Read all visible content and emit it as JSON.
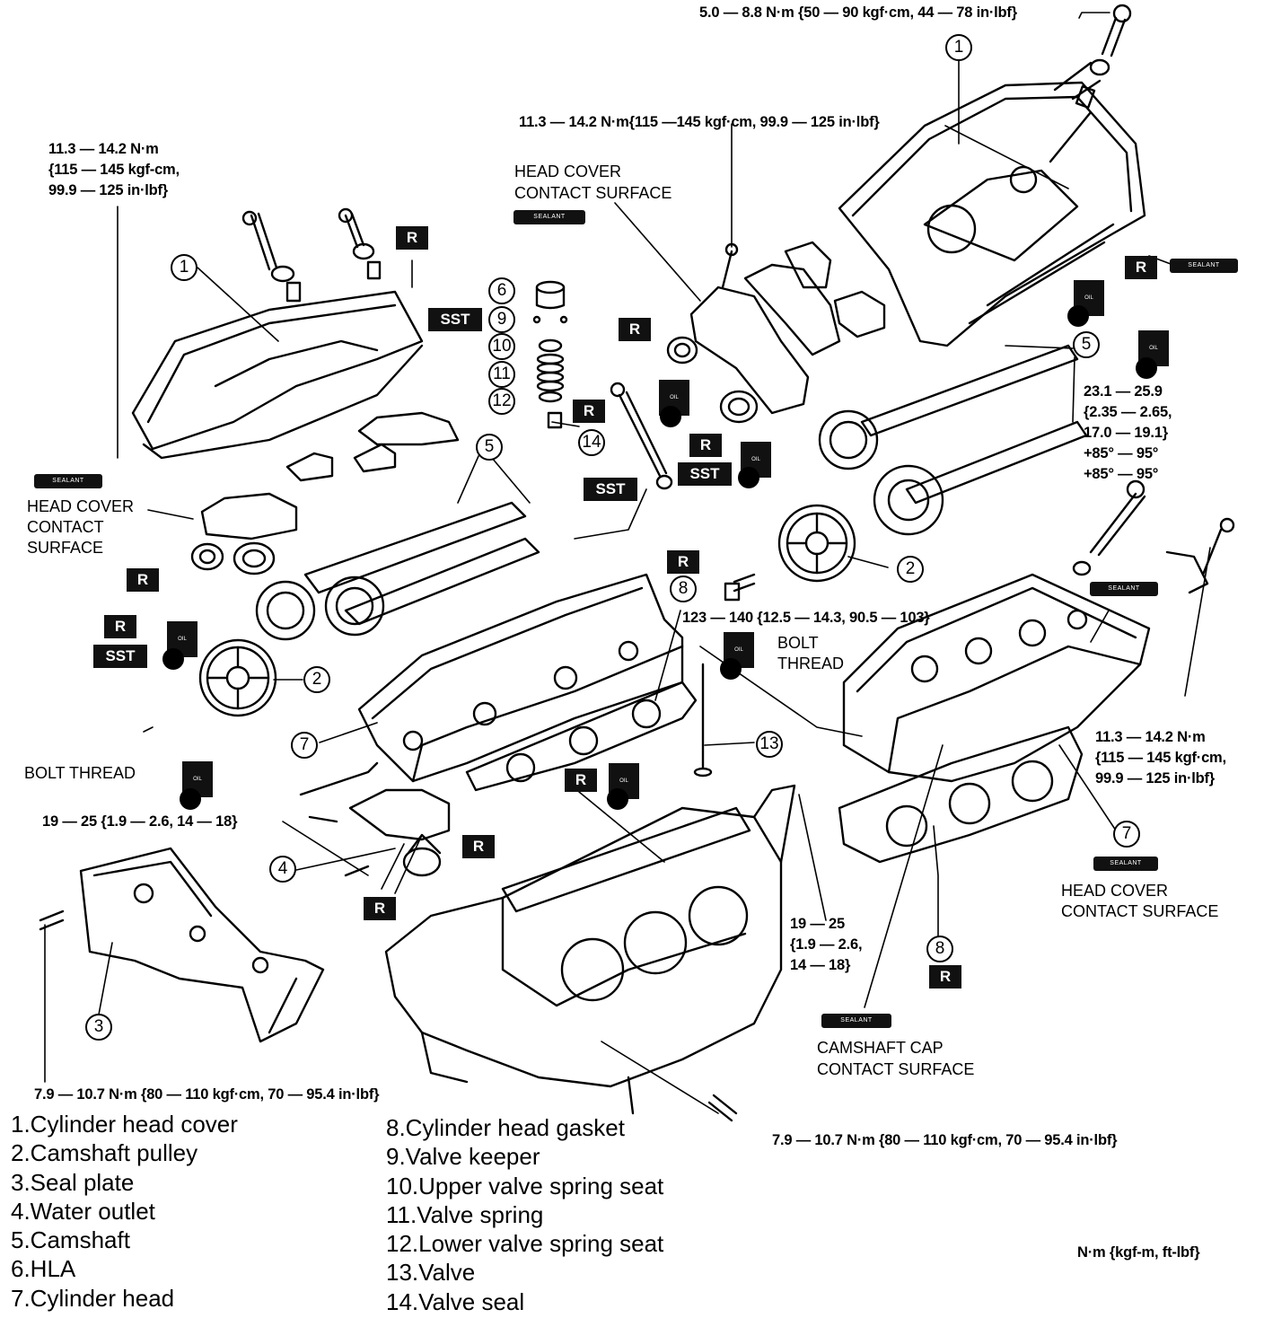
{
  "torques": {
    "t_top": "5.0 — 8.8 N·m {50 — 90 kgf·cm, 44 — 78 in·lbf}",
    "t_cover_r": "11.3 — 14.2 N·m{115 —145 kgf·cm, 99.9 — 125 in·lbf}",
    "t_cover_l_1": "11.3 — 14.2 N·m",
    "t_cover_l_2": "{115 — 145 kgf-cm,",
    "t_cover_l_3": "99.9 — 125 in·lbf}",
    "t_pulley_1": "23.1 — 25.9",
    "t_pulley_2": "{2.35 — 2.65,",
    "t_pulley_3": "17.0 — 19.1}",
    "t_pulley_4": "+85° — 95°",
    "t_pulley_5": "+85° — 95°",
    "t_headbolt": "123 — 140 {12.5 — 14.3, 90.5 — 103}",
    "t_cap_1": "11.3 — 14.2 N·m",
    "t_cap_2": "{115 — 145 kgf·cm,",
    "t_cap_3": "99.9 — 125 in·lbf}",
    "t_water": "19 — 25 {1.9 — 2.6, 14 — 18}",
    "t_right_1": "19 — 25",
    "t_right_2": "{1.9 — 2.6,",
    "t_right_3": "14 — 18}",
    "t_seal_l": "7.9 — 10.7 N·m {80 — 110 kgf·cm, 70 — 95.4 in·lbf}",
    "t_seal_r": "7.9 — 10.7 N·m {80 — 110 kgf·cm, 70 — 95.4 in·lbf}",
    "units": "N·m {kgf-m, ft-lbf}"
  },
  "captions": {
    "hccs_top_1": "HEAD COVER",
    "hccs_top_2": "CONTACT SURFACE",
    "hccs_left_1": "HEAD COVER",
    "hccs_left_2": "CONTACT",
    "hccs_left_3": "SURFACE",
    "hccs_right_1": "HEAD COVER",
    "hccs_right_2": "CONTACT SURFACE",
    "cam_cap_1": "CAMSHAFT CAP",
    "cam_cap_2": "CONTACT SURFACE",
    "bolt_thread_l": "BOLT THREAD",
    "bolt_thread_r_1": "BOLT",
    "bolt_thread_r_2": "THREAD"
  },
  "tags": {
    "r": "R",
    "sst": "SST",
    "sealant": "SEALANT",
    "oil": "OIL"
  },
  "callouts": [
    "1",
    "2",
    "3",
    "4",
    "5",
    "6",
    "7",
    "8",
    "9",
    "10",
    "11",
    "12",
    "13",
    "14"
  ],
  "legend_left": [
    "1.Cylinder head cover",
    "2.Camshaft pulley",
    "3.Seal plate",
    "4.Water outlet",
    "5.Camshaft",
    "6.HLA",
    "7.Cylinder head"
  ],
  "legend_right": [
    "8.Cylinder head gasket",
    "9.Valve keeper",
    "10.Upper valve spring seat",
    "11.Valve spring",
    "12.Lower valve spring seat",
    "13.Valve",
    "14.Valve seal"
  ]
}
